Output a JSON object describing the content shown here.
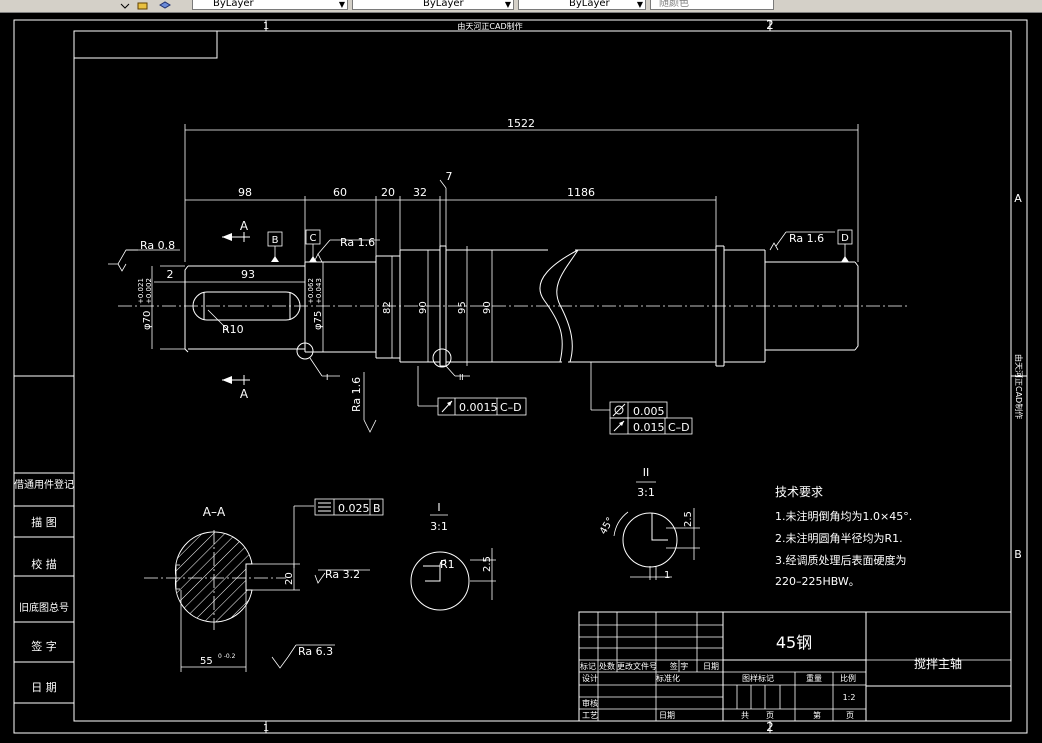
{
  "toolbar": {
    "layer_color": "ByLayer",
    "linetype": "ByLayer",
    "lineweight": "ByLayer",
    "plot_style": "随颜色"
  },
  "frame": {
    "zone_col_1": "1",
    "zone_col_2": "2",
    "zone_row_a": "A",
    "zone_row_b": "B",
    "top_watermark": "由天河正CAD制作",
    "side_watermark": "由天河正CAD制作"
  },
  "dimensions": {
    "overall_length": "1522",
    "seg_98": "98",
    "seg_60": "60",
    "seg_20": "20",
    "seg_32": "32",
    "seg_7": "7",
    "seg_1186": "1186",
    "key_len": "93",
    "key_offset": "2",
    "key_radius": "R10",
    "dia_70": "φ70",
    "dia_70_tol_upper": "+0.021",
    "dia_70_tol_lower": "+0.002",
    "dia_75": "φ75",
    "dia_75_tol_upper": "+0.062",
    "dia_75_tol_lower": "+0.043",
    "dia_82": "82",
    "dia_90a": "90",
    "dia_95": "95",
    "dia_90b": "90"
  },
  "roughness": {
    "ra_08": "Ra 0.8",
    "ra_16a": "Ra 1.6",
    "ra_16b": "Ra 1.6",
    "ra_16c": "Ra 1.6",
    "ra_32": "Ra 3.2",
    "ra_63": "Ra 6.3"
  },
  "datums": {
    "b": "B",
    "c": "C",
    "d": "D"
  },
  "detail_marks": {
    "one": "I",
    "two": "II"
  },
  "tolerance_frames": {
    "runout_value": "0.0015",
    "runout_ref": "C–D",
    "cyl_value": "0.005",
    "runout2_value": "0.015",
    "runout2_ref": "C–D",
    "sym_value": "0.025",
    "sym_ref": "B"
  },
  "sections": {
    "aa_label": "A–A",
    "cut_a": "A",
    "keyway_depth": "20",
    "keyway_width": "55",
    "keyway_tol": "0\n-0.2",
    "detail1_title": "I",
    "detail1_scale": "3:1",
    "detail1_radius": "R1",
    "detail1_dim": "2.5",
    "detail2_title": "II",
    "detail2_scale": "3:1",
    "detail2_angle": "45°",
    "detail2_dim": "2.5",
    "detail2_width": "1"
  },
  "notes": {
    "title": "技术要求",
    "line1": "1.未注明倒角均为1.0×45°.",
    "line2": "2.未注明圆角半径均为R1.",
    "line3": "3.经调质处理后表面硬度为",
    "line4": "220–225HBW。"
  },
  "side_panel": {
    "row1": "借通用件登记",
    "row2": "描 图",
    "row3": "校 描",
    "row4": "旧底图总号",
    "row5": "签 字",
    "row6": "日 期"
  },
  "title_block": {
    "material": "45钢",
    "part_name": "搅拌主轴",
    "h_mark": "标记",
    "h_count": "处数",
    "h_file": "更改文件号",
    "h_sign": "签 字",
    "h_date": "日期",
    "design": "设计",
    "standard": "标准化",
    "stage": "图样标记",
    "weight": "重量",
    "scale": "比例",
    "scale_value": "1:2",
    "review": "审核",
    "process": "工艺",
    "date_label": "日期",
    "total": "共",
    "sheet": "页",
    "page_no": "第",
    "page": "页"
  }
}
